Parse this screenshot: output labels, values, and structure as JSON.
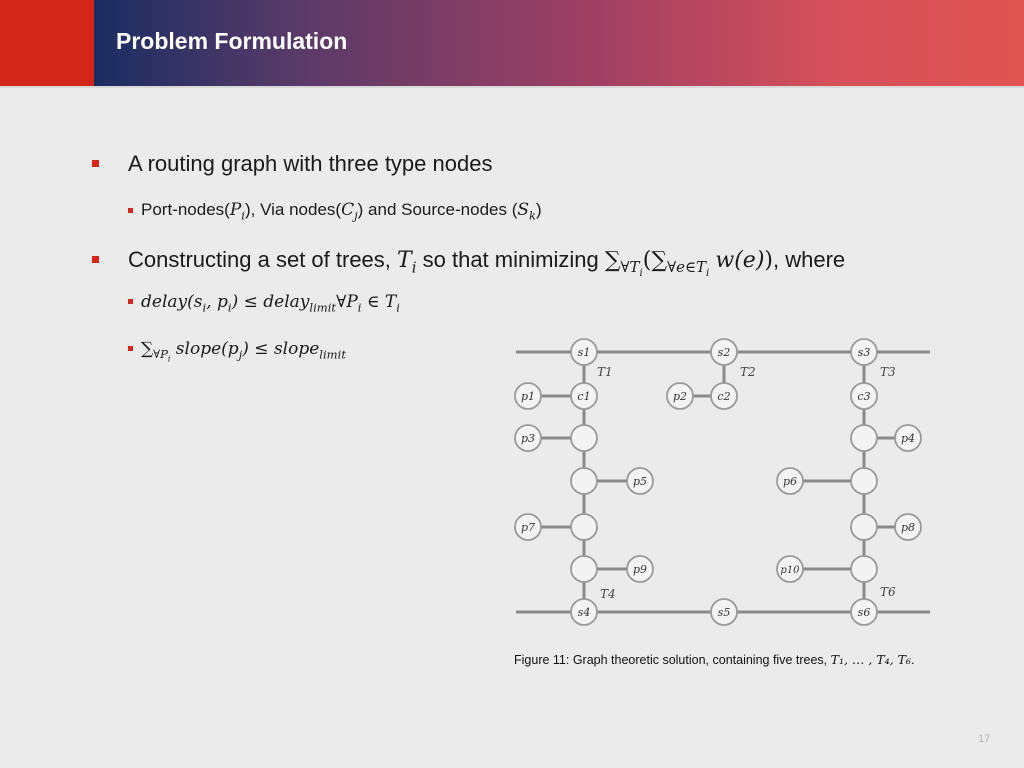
{
  "header": {
    "title": "Problem Formulation"
  },
  "bullets": {
    "b1": "A routing graph with three type nodes",
    "b1_1": {
      "t1": "Port-nodes(",
      "m1": "P",
      "s1": "i",
      "t2": "), Via nodes(",
      "m2": "C",
      "s2": "j",
      "t3": ") and Source-nodes (",
      "m3": "S",
      "s3": "k",
      "t4": ")"
    },
    "b2": {
      "t1": "Constructing a set of trees, ",
      "m1": "T",
      "s1": "i",
      "t2": " so that minimizing ",
      "sum1": "∑",
      "sub1": "∀T",
      "sub1b": "i",
      "paren": "(",
      "sum2": "∑",
      "sub2": "∀e∈T",
      "sub2b": "i",
      "w": "w(e)",
      "close": ")",
      "t3": ", where"
    },
    "b2_1": {
      "a": "delay(s",
      "a_s": "i",
      "b": ", p",
      "b_s": "i",
      "c": ") ≤ delay",
      "c_s": "limit",
      "d": "∀P",
      "d_s": "i",
      "e": " ∈ T",
      "e_s": "i"
    },
    "b2_2": {
      "sum": "∑",
      "sub": "∀P",
      "sub_b": "i",
      "a": " slope(p",
      "a_s": "j",
      "b": ") ≤ slope",
      "b_s": "limit"
    }
  },
  "figure": {
    "nodes": {
      "s1": "s1",
      "s2": "s2",
      "s3": "s3",
      "s4": "s4",
      "s5": "s5",
      "s6": "s6",
      "c1": "c1",
      "c2": "c2",
      "c3": "c3",
      "p1": "p1",
      "p2": "p2",
      "p3": "p3",
      "p4": "p4",
      "p5": "p5",
      "p6": "p6",
      "p7": "p7",
      "p8": "p8",
      "p9": "p9",
      "p10": "p10"
    },
    "trees": {
      "t1": "T1",
      "t2": "T2",
      "t3": "T3",
      "t4": "T4",
      "t6": "T6"
    },
    "caption": {
      "text": "Figure 11: Graph theoretic solution, containing five trees, ",
      "math": "T₁, … , T₄, T₆",
      "end": "."
    }
  },
  "page_number": "17",
  "colors": {
    "accent": "#d42618",
    "header_dark": "#1a2d63",
    "header_light": "#e05552"
  }
}
